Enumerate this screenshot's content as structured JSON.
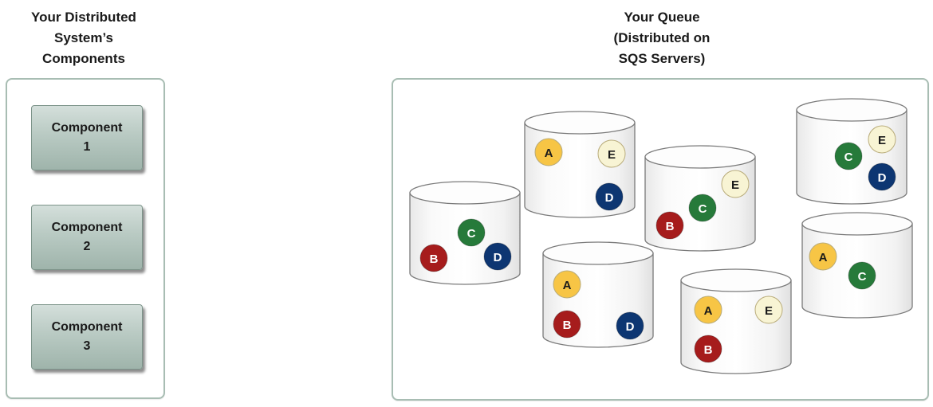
{
  "left_heading": "Your Distributed\nSystem’s\nComponents",
  "right_heading": "Your Queue\n(Distributed on\nSQS Servers)",
  "components": [
    {
      "label": "Component\n1"
    },
    {
      "label": "Component\n2"
    },
    {
      "label": "Component\n3"
    }
  ],
  "message_colors": {
    "A": "#f7c545",
    "B": "#a61c1c",
    "C": "#267a3a",
    "D": "#0d3672",
    "E": "#f8f4d4"
  },
  "servers": [
    {
      "messages": [
        "C",
        "B",
        "D"
      ]
    },
    {
      "messages": [
        "A",
        "E",
        "D"
      ]
    },
    {
      "messages": [
        "A",
        "B",
        "D"
      ]
    },
    {
      "messages": [
        "E",
        "C",
        "B"
      ]
    },
    {
      "messages": [
        "A",
        "E",
        "B"
      ]
    },
    {
      "messages": [
        "E",
        "C",
        "D"
      ]
    },
    {
      "messages": [
        "A",
        "C"
      ]
    }
  ]
}
